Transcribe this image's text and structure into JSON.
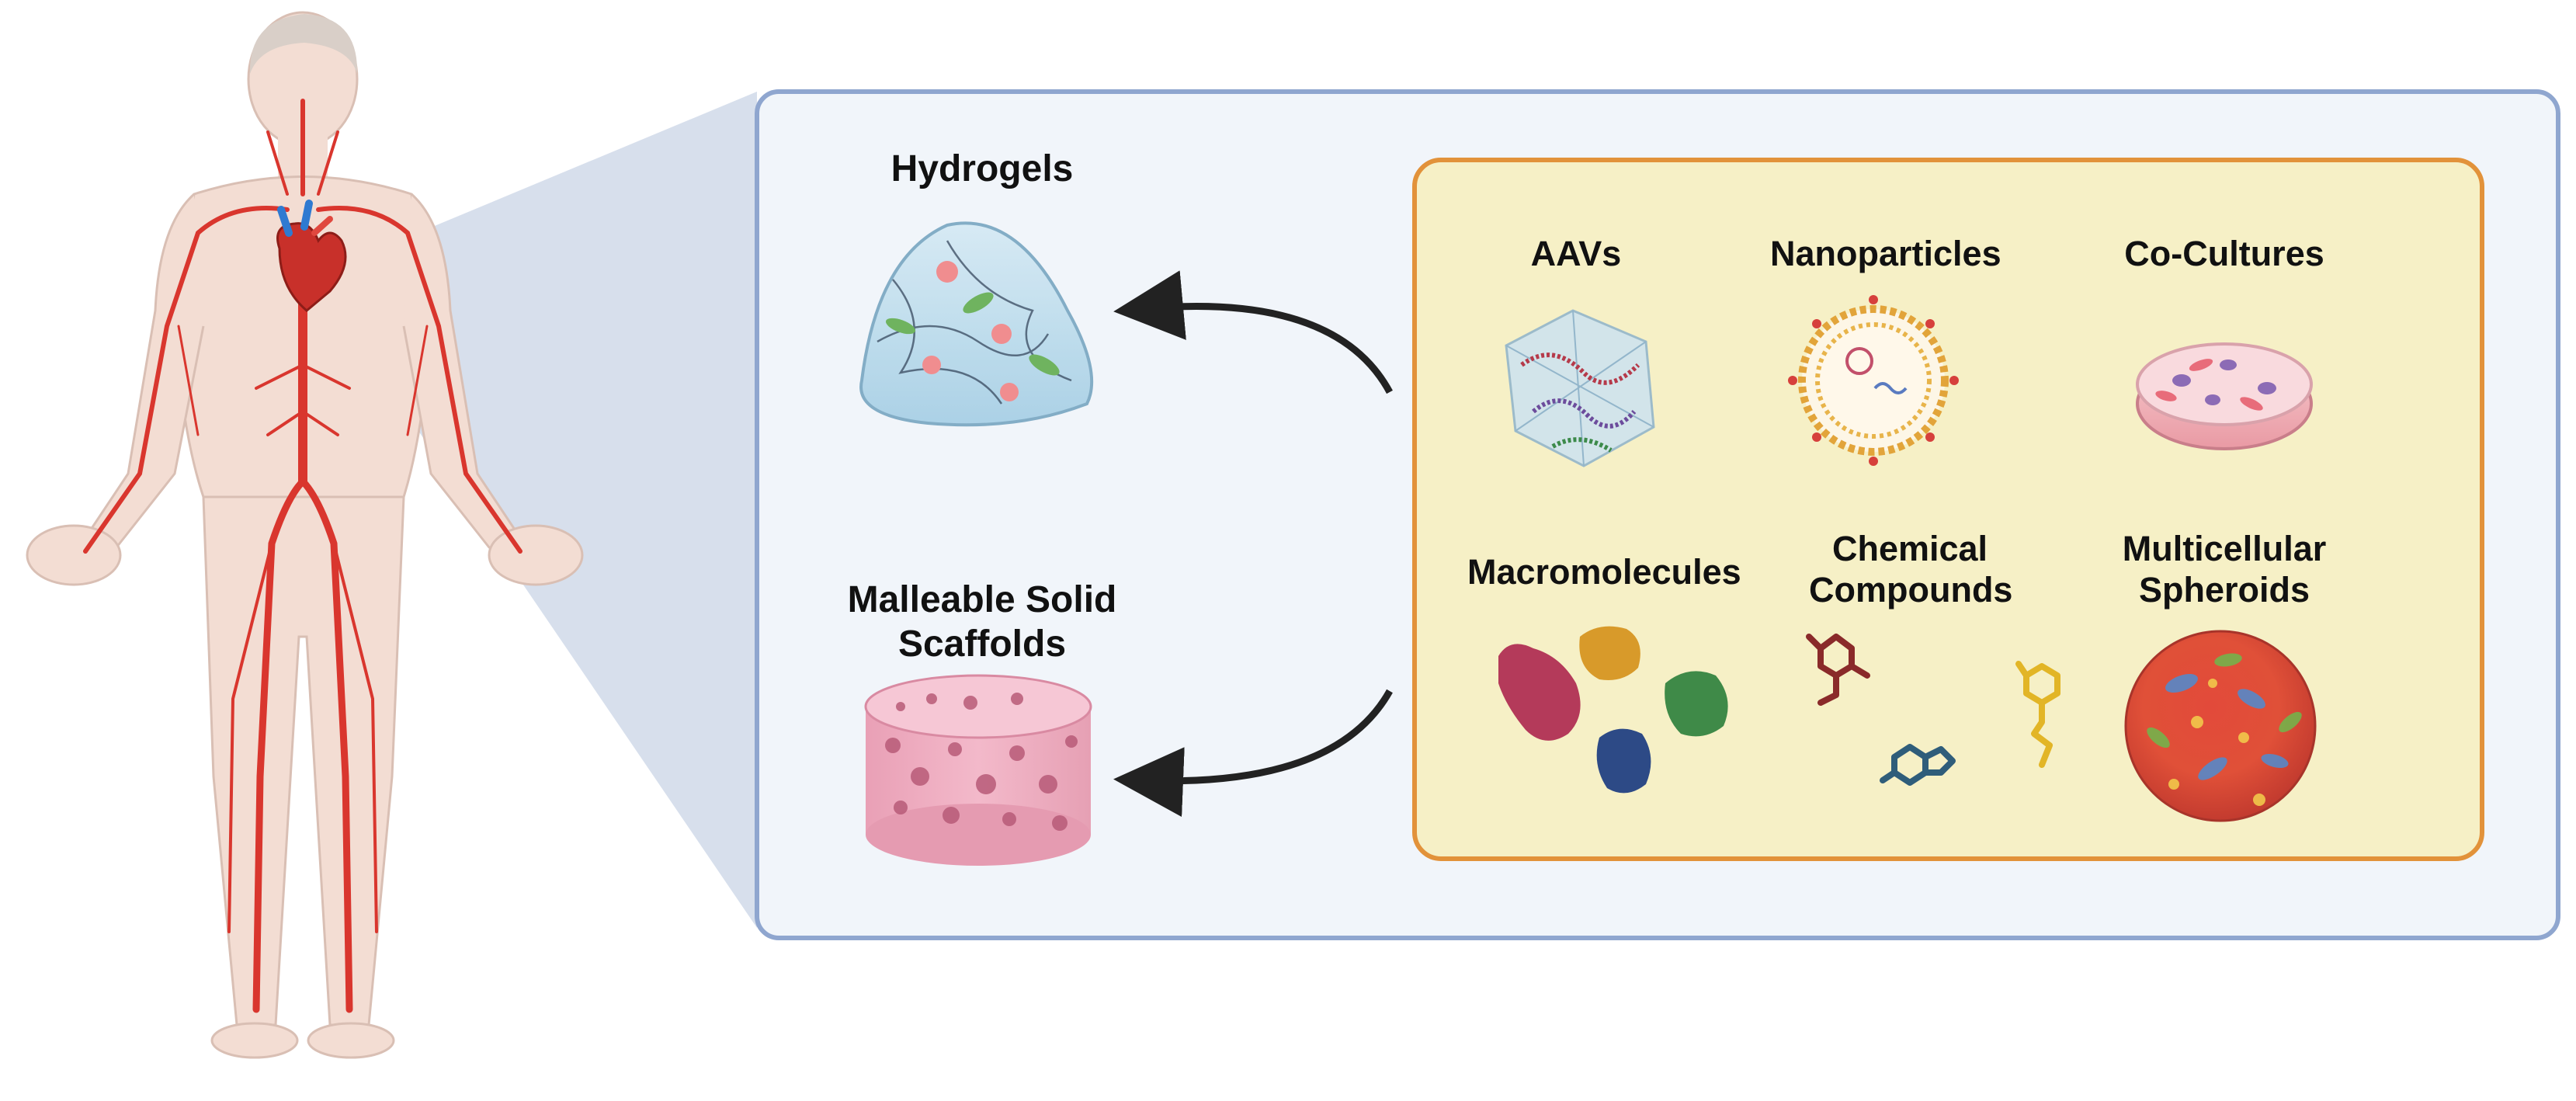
{
  "figure": {
    "organ_source": "human body with circulatory system and heart",
    "delivery_platforms": {
      "top": "Hydrogels",
      "bottom_line1": "Malleable Solid",
      "bottom_line2": "Scaffolds"
    },
    "cargo": [
      {
        "label": "AAVs",
        "icon": "aav-capsid-icon"
      },
      {
        "label": "Nanoparticles",
        "icon": "lipid-nanoparticle-icon"
      },
      {
        "label": "Co-Cultures",
        "icon": "petri-dish-icon"
      },
      {
        "label": "Macromolecules",
        "icon": "protein-blobs-icon"
      },
      {
        "label_line1": "Chemical",
        "label_line2": "Compounds",
        "icon": "molecule-structures-icon"
      },
      {
        "label_line1": "Multicellular",
        "label_line2": "Spheroids",
        "icon": "spheroid-icon"
      }
    ]
  },
  "colors": {
    "outer_panel_border": "#8fa6cf",
    "outer_panel_fill": "#f1f5fa",
    "inner_panel_border": "#e2923a",
    "inner_panel_fill": "#f6f0c6",
    "zoom_wedge": "#c9d4e6",
    "vessel_red": "#d9362e",
    "skin": "#f3ddd3",
    "arrow": "#222222"
  }
}
